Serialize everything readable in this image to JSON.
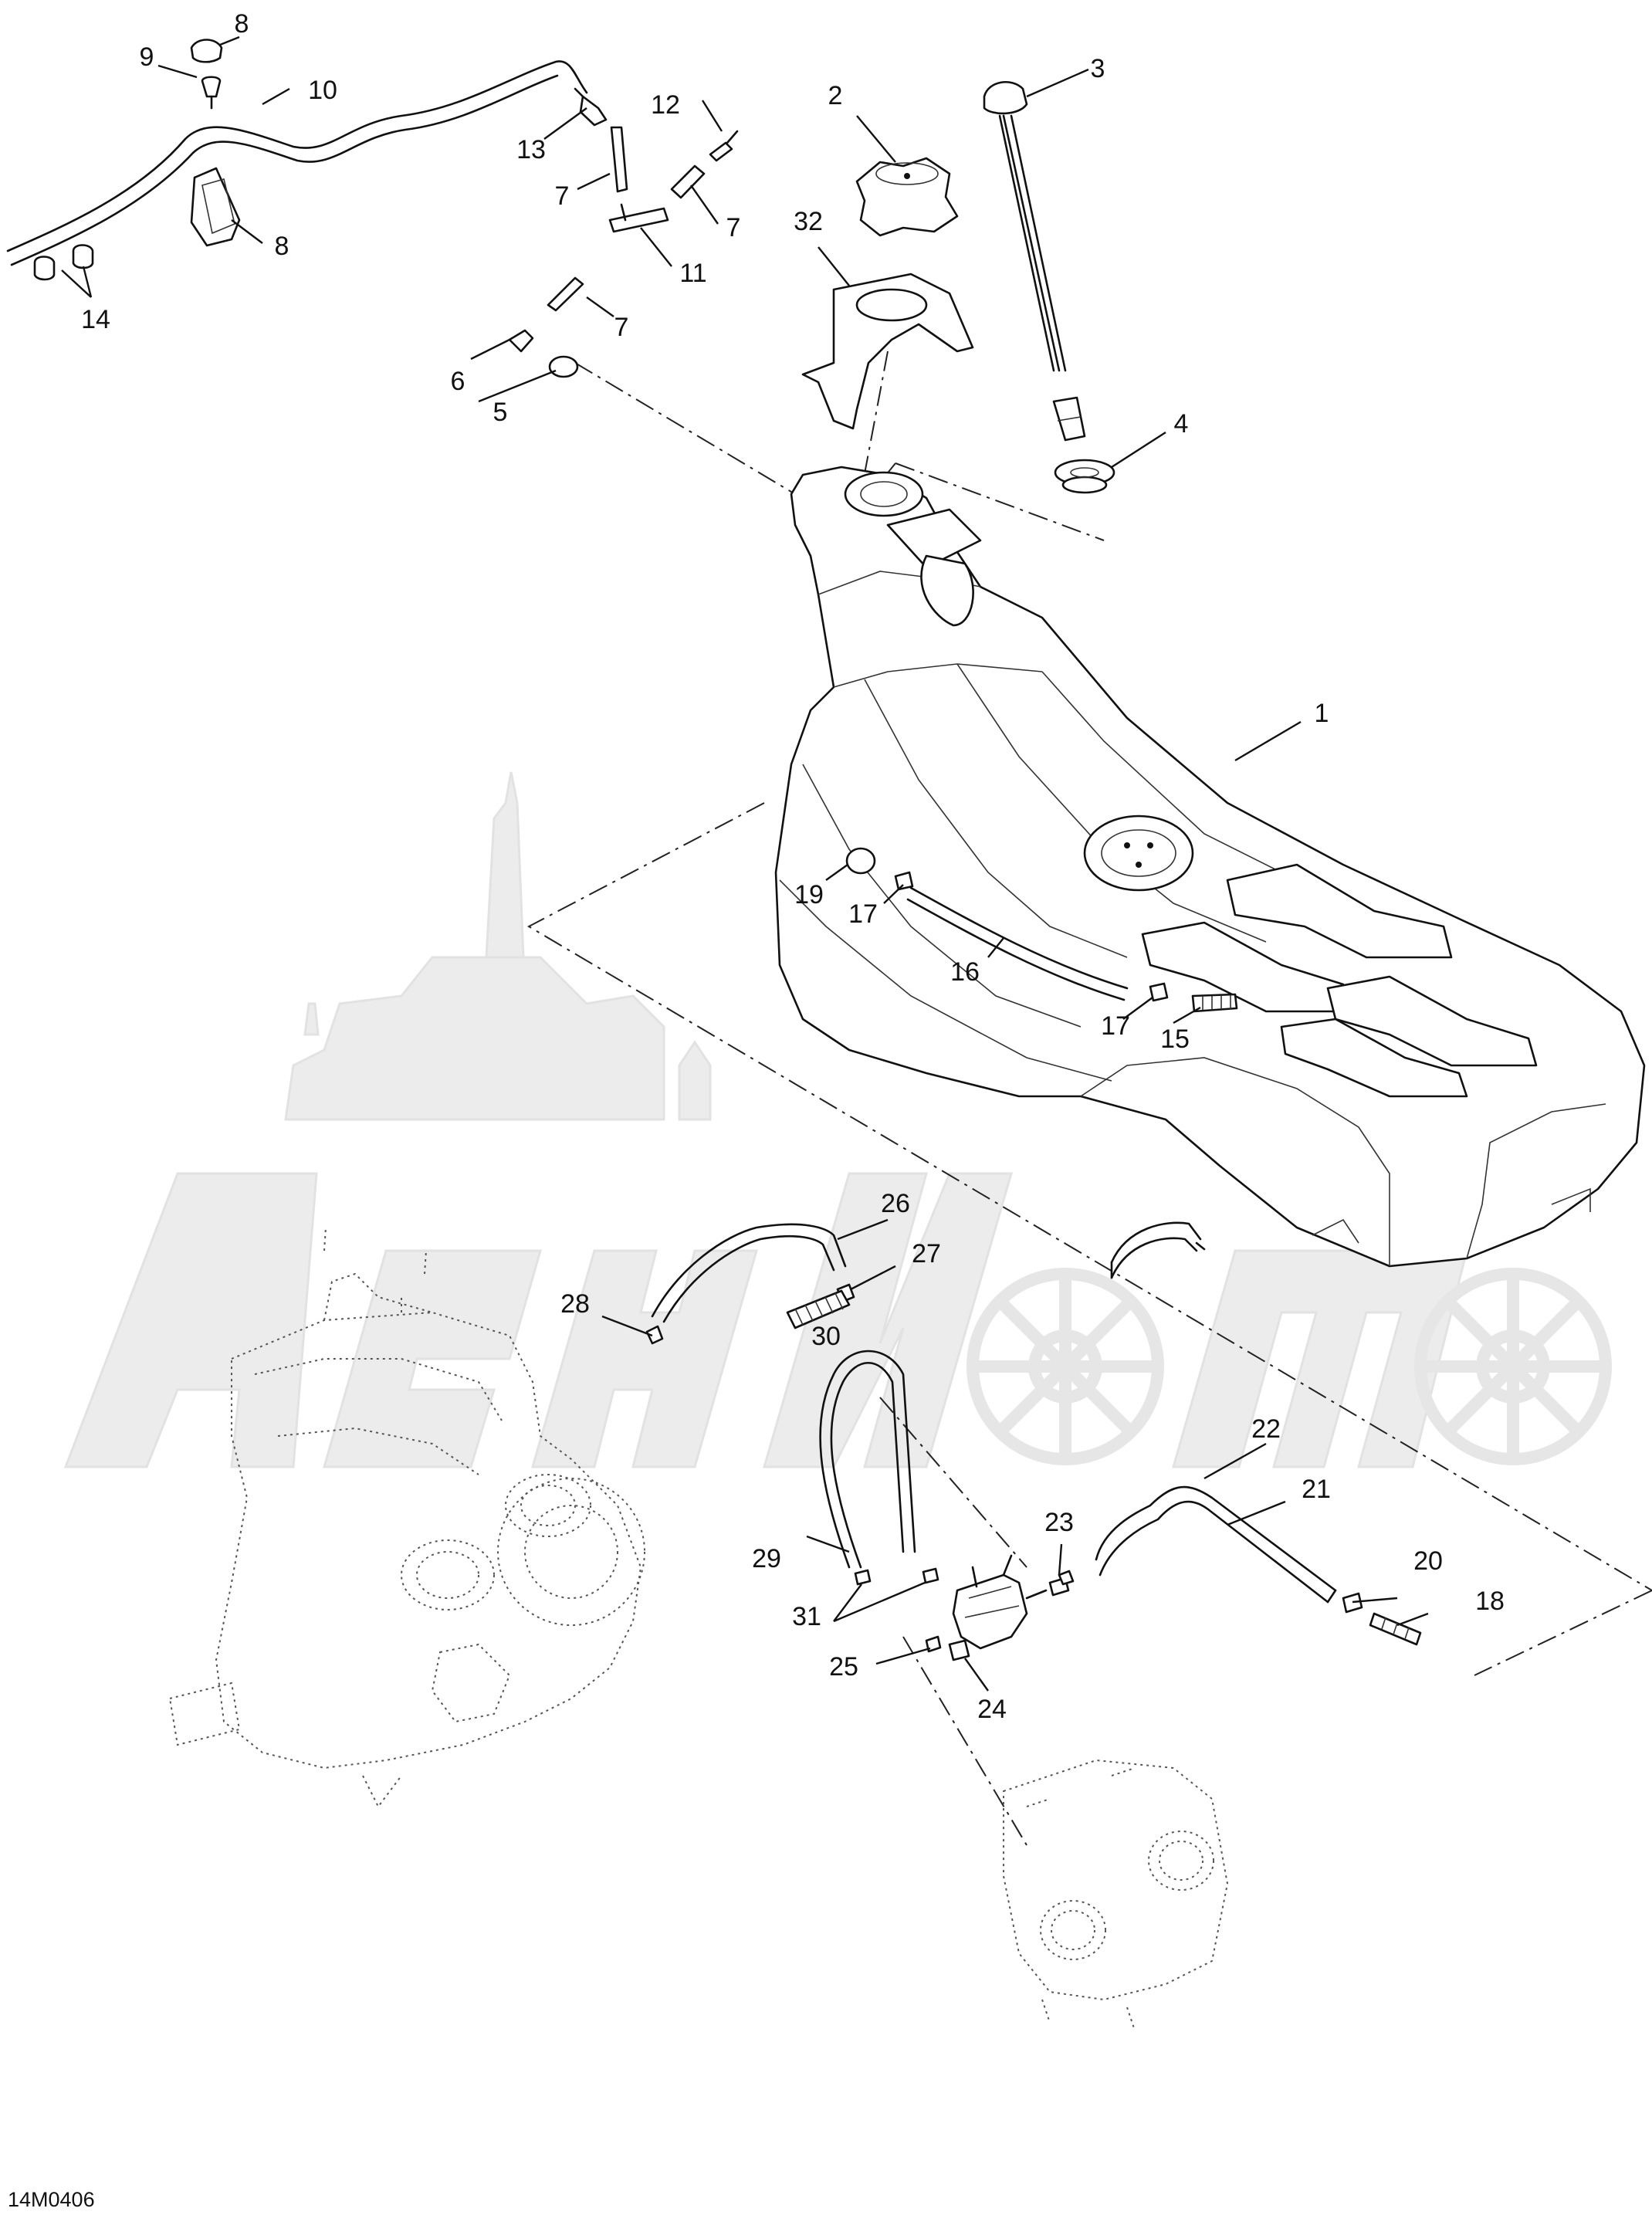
{
  "diagram": {
    "reference_code": "14M0406",
    "callouts": [
      {
        "id": "c8a",
        "text": "8"
      },
      {
        "id": "c9",
        "text": "9"
      },
      {
        "id": "c10",
        "text": "10"
      },
      {
        "id": "c8b",
        "text": "8"
      },
      {
        "id": "c14",
        "text": "14"
      },
      {
        "id": "c13",
        "text": "13"
      },
      {
        "id": "c12",
        "text": "12"
      },
      {
        "id": "c7a",
        "text": "7"
      },
      {
        "id": "c7b",
        "text": "7"
      },
      {
        "id": "c11",
        "text": "11"
      },
      {
        "id": "c7c",
        "text": "7"
      },
      {
        "id": "c6",
        "text": "6"
      },
      {
        "id": "c5",
        "text": "5"
      },
      {
        "id": "c2",
        "text": "2"
      },
      {
        "id": "c32",
        "text": "32"
      },
      {
        "id": "c3",
        "text": "3"
      },
      {
        "id": "c4",
        "text": "4"
      },
      {
        "id": "c1",
        "text": "1"
      },
      {
        "id": "c19",
        "text": "19"
      },
      {
        "id": "c17a",
        "text": "17"
      },
      {
        "id": "c16",
        "text": "16"
      },
      {
        "id": "c17b",
        "text": "17"
      },
      {
        "id": "c15",
        "text": "15"
      },
      {
        "id": "c26",
        "text": "26"
      },
      {
        "id": "c27",
        "text": "27"
      },
      {
        "id": "c28",
        "text": "28"
      },
      {
        "id": "c30",
        "text": "30"
      },
      {
        "id": "c22",
        "text": "22"
      },
      {
        "id": "c21",
        "text": "21"
      },
      {
        "id": "c23",
        "text": "23"
      },
      {
        "id": "c20",
        "text": "20"
      },
      {
        "id": "c18",
        "text": "18"
      },
      {
        "id": "c29",
        "text": "29"
      },
      {
        "id": "c31",
        "text": "31"
      },
      {
        "id": "c25",
        "text": "25"
      },
      {
        "id": "c24",
        "text": "24"
      }
    ]
  }
}
